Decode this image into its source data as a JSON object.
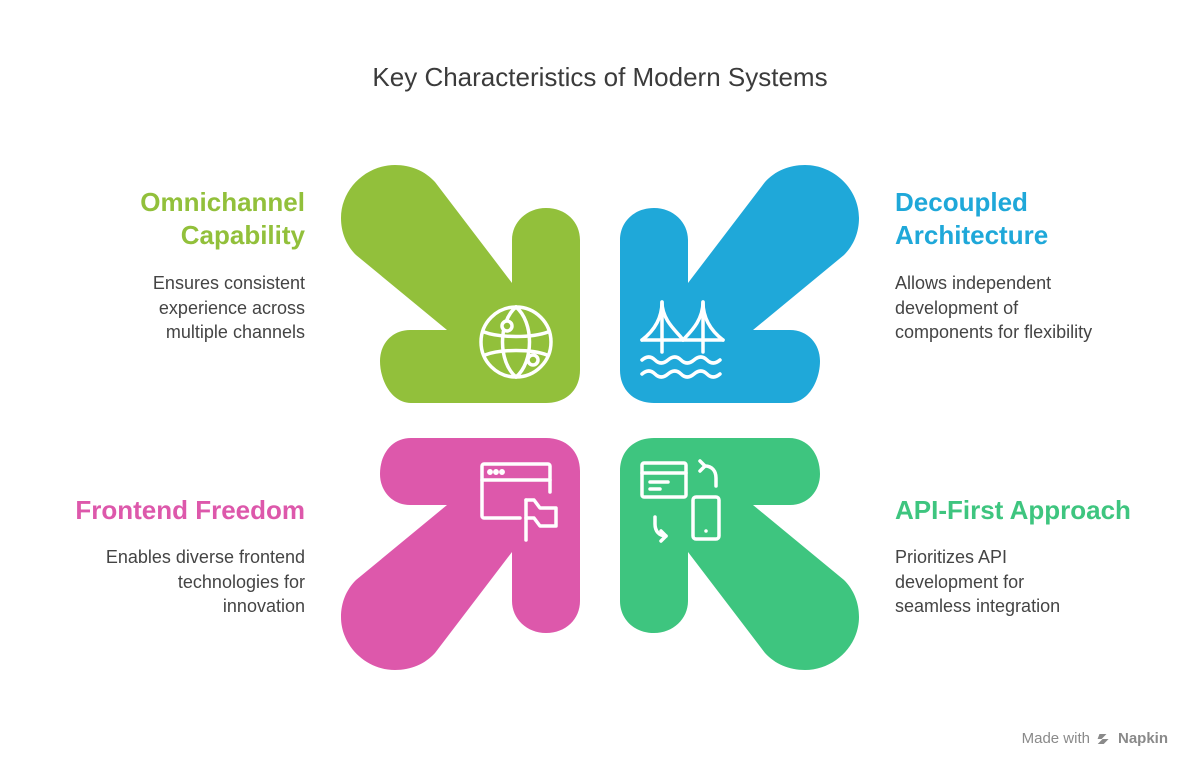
{
  "title": "Key Characteristics of Modern Systems",
  "colors": {
    "green": "#92c03b",
    "blue": "#1fa8d9",
    "pink": "#dd58ab",
    "teal": "#3ec57f",
    "text": "#444444"
  },
  "items": [
    {
      "heading_line1": "Omnichannel",
      "heading_line2": "Capability",
      "desc_line1": "Ensures consistent",
      "desc_line2": "experience across",
      "desc_line3": "multiple channels",
      "color": "#92c03b",
      "icon": "globe-network-icon"
    },
    {
      "heading_line1": "Decoupled",
      "heading_line2": "Architecture",
      "desc_line1": "Allows independent",
      "desc_line2": "development of",
      "desc_line3": "components for flexibility",
      "color": "#1fa8d9",
      "icon": "bridge-icon"
    },
    {
      "heading_line1": "Frontend Freedom",
      "desc_line1": "Enables diverse frontend",
      "desc_line2": "technologies for",
      "desc_line3": "innovation",
      "color": "#dd58ab",
      "icon": "browser-flag-icon"
    },
    {
      "heading_line1": "API-First Approach",
      "desc_line1": "Prioritizes API",
      "desc_line2": "development for",
      "desc_line3": "seamless integration",
      "color": "#3ec57f",
      "icon": "window-device-sync-icon"
    }
  ],
  "footer": {
    "made_with": "Made with",
    "brand": "Napkin",
    "icon": "napkin-logo-icon"
  }
}
